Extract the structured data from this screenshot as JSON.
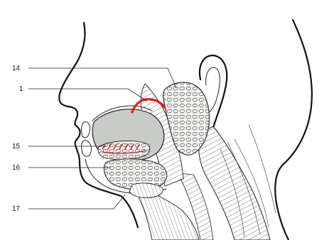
{
  "labels": [
    {
      "id": "14",
      "text": "14"
    },
    {
      "id": "1",
      "text": "1"
    },
    {
      "id": "15",
      "text": "15"
    },
    {
      "id": "16",
      "text": "16"
    },
    {
      "id": "17",
      "text": "17"
    }
  ],
  "colors": {
    "background": "#ffffff",
    "line": "#111111",
    "duct": "#d42020",
    "oral_cavity_fill": "#c9cbc8",
    "gland_fill": "#f3f3f1"
  }
}
